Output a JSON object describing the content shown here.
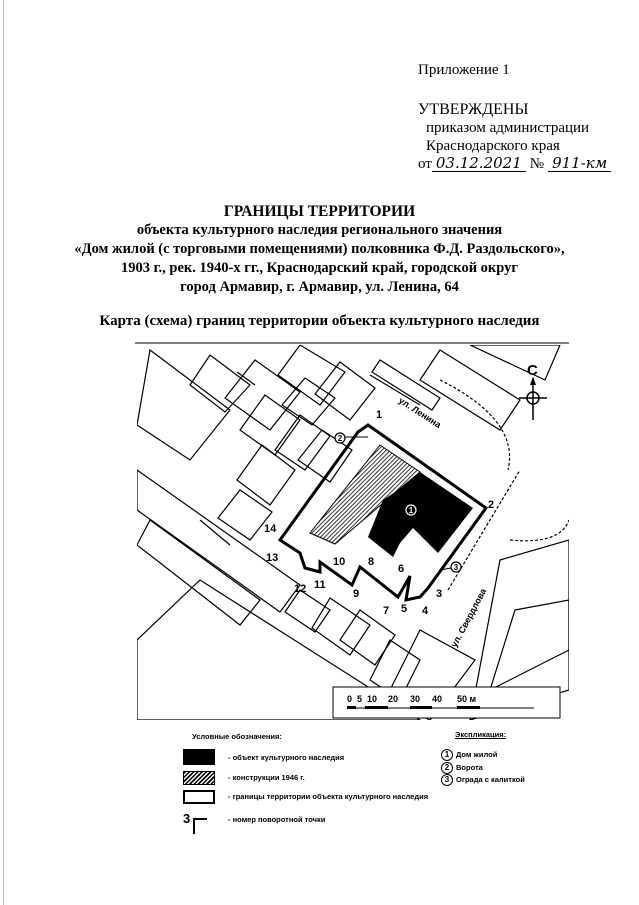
{
  "appendix": "Приложение 1",
  "approval": {
    "heading": "УТВЕРЖДЕНЫ",
    "line1": "приказом администрации",
    "line2": "Краснодарского края",
    "date_prefix": "от",
    "date": "03.12.2021",
    "number_prefix": "№",
    "number": "911-км"
  },
  "title": {
    "main": "ГРАНИЦЫ ТЕРРИТОРИИ",
    "lines": [
      "объекта культурного наследия регионального значения",
      "«Дом жилой (с торговыми помещениями) полковника Ф.Д. Раздольского»,",
      "1903 г., рек. 1940-х гг., Краснодарский край, городской округ",
      "город Армавир, г. Армавир, ул. Ленина, 64"
    ],
    "map_caption": "Карта (схема) границ территории объекта культурного наследия"
  },
  "map": {
    "north_label": "С",
    "streets": [
      "ул. Ленина",
      "ул. Свердлова"
    ],
    "turning_points": [
      "1",
      "2",
      "3",
      "4",
      "5",
      "6",
      "7",
      "8",
      "9",
      "10",
      "11",
      "12",
      "13",
      "14"
    ],
    "explication_markers": [
      "1",
      "2",
      "3"
    ],
    "scale_bar": {
      "ticks": [
        "0",
        "5",
        "10",
        "20",
        "30",
        "40",
        "50 м"
      ]
    },
    "colors": {
      "object": "#000000",
      "boundary": "#000000",
      "background": "#ffffff"
    }
  },
  "legend": {
    "heading": "Условные обозначения:",
    "items": [
      {
        "symbol": "black-fill",
        "label": "- объект культурного наследия"
      },
      {
        "symbol": "hatched",
        "label": "- конструкции 1946 г."
      },
      {
        "symbol": "outline",
        "label": "- границы территории объекта культурного наследия"
      },
      {
        "symbol": "point-marker",
        "marker": "3",
        "label": "- номер поворотной точки"
      }
    ]
  },
  "explication": {
    "heading": "Экспликация:",
    "items": [
      {
        "num": "1",
        "label": "Дом жилой"
      },
      {
        "num": "2",
        "label": "Ворота"
      },
      {
        "num": "3",
        "label": "Ограда с калиткой"
      }
    ]
  }
}
